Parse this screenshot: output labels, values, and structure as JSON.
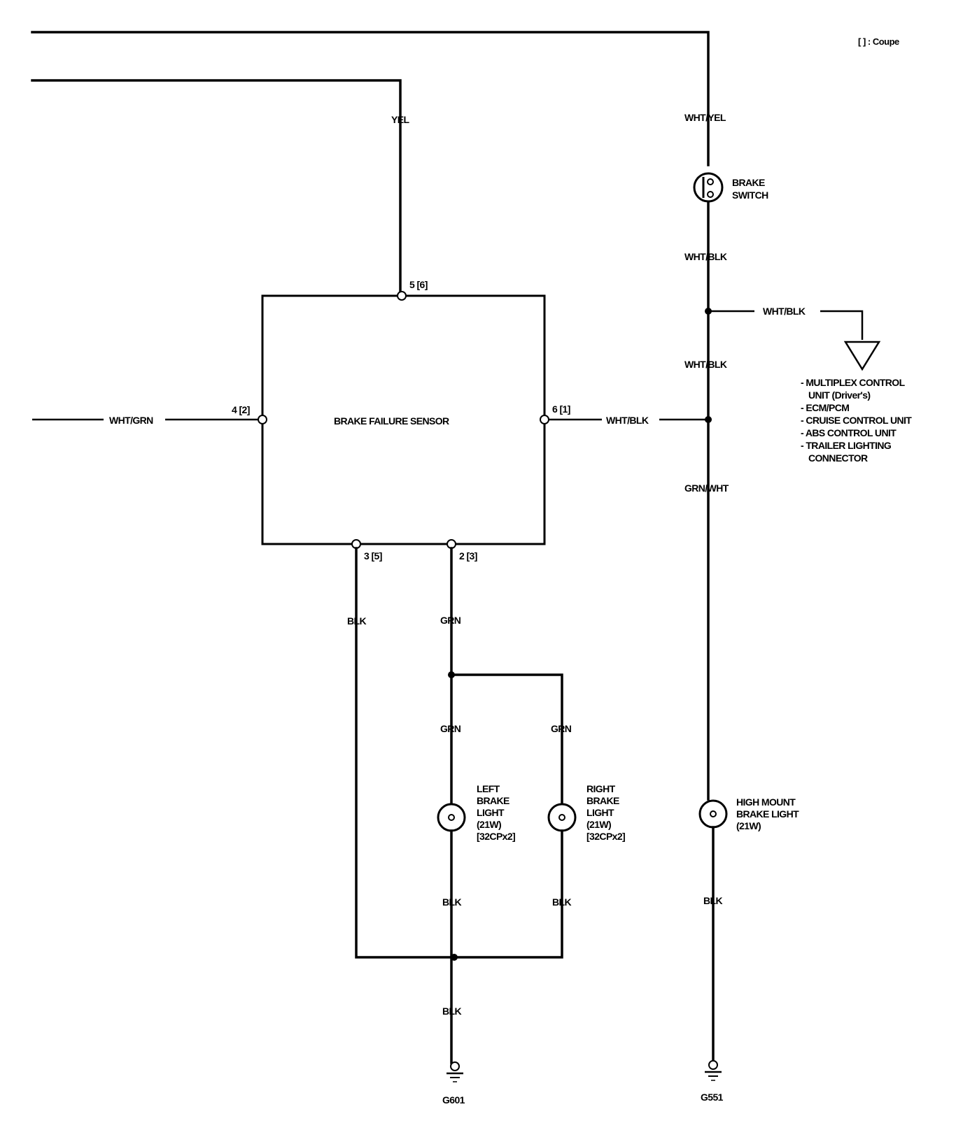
{
  "legend": {
    "text": "[  ] : Coupe"
  },
  "wires": {
    "yel": "YEL",
    "wht_yel": "WHT/YEL",
    "wht_blk_1": "WHT/BLK",
    "wht_blk_branch": "WHT/BLK",
    "wht_blk_2": "WHT/BLK",
    "wht_blk_sensor": "WHT/BLK",
    "grn_wht": "GRN/WHT",
    "wht_grn": "WHT/GRN",
    "blk_sensor": "BLK",
    "grn_sensor": "GRN",
    "grn_left": "GRN",
    "grn_right": "GRN",
    "blk_left": "BLK",
    "blk_right": "BLK",
    "blk_ground": "BLK",
    "blk_high": "BLK"
  },
  "switch": {
    "line1": "BRAKE",
    "line2": "SWITCH"
  },
  "sensor": {
    "label": "BRAKE FAILURE SENSOR",
    "pins": {
      "top": "5 [6]",
      "left": "4 [2]",
      "right": "6 [1]",
      "bottom_left": "3 [5]",
      "bottom_right": "2 [3]"
    }
  },
  "destinations": [
    "- MULTIPLEX CONTROL",
    "  UNIT (Driver's)",
    "- ECM/PCM",
    "- CRUISE CONTROL UNIT",
    "- ABS CONTROL UNIT",
    "- TRAILER LIGHTING",
    "  CONNECTOR"
  ],
  "left_light": [
    "LEFT",
    "BRAKE",
    "LIGHT",
    "(21W)",
    "[32CPx2]"
  ],
  "right_light": [
    "RIGHT",
    "BRAKE",
    "LIGHT",
    "(21W)",
    "[32CPx2]"
  ],
  "high_light": [
    "HIGH MOUNT",
    "BRAKE LIGHT",
    "(21W)"
  ],
  "grounds": {
    "g601": "G601",
    "g551": "G551"
  }
}
